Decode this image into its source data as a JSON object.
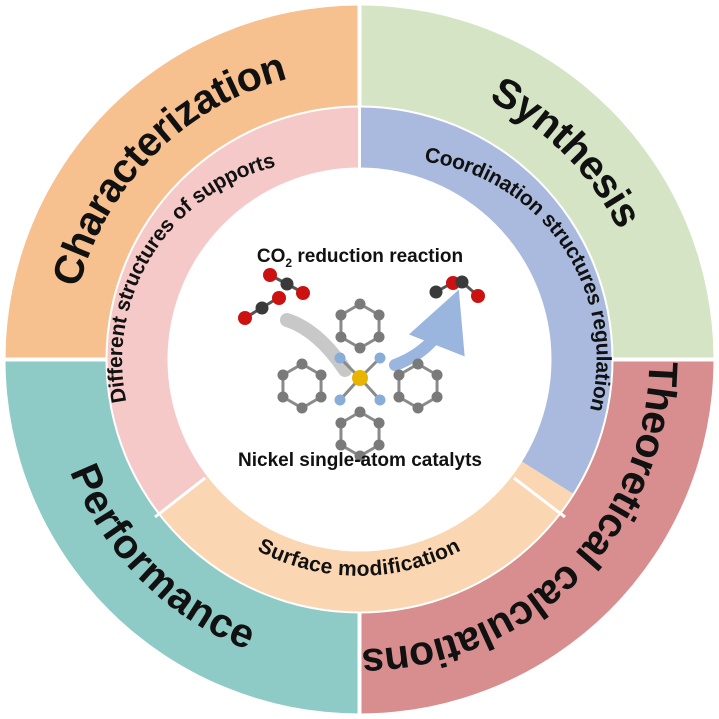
{
  "outer_ring": [
    {
      "label": "Characterization",
      "color": "#f7c08f"
    },
    {
      "label": "Synthesis",
      "color": "#d4e4c4"
    },
    {
      "label": "Theoretical calculations",
      "color": "#d88e8e"
    },
    {
      "label": "Performance",
      "color": "#8ecbc6"
    }
  ],
  "inner_ring": [
    {
      "label": "Different structures of supports",
      "color": "#f6c9c9"
    },
    {
      "label": "Coordination structures regulation",
      "color": "#a9bade"
    },
    {
      "label": "Surface modification",
      "color": "#fbd6b2"
    }
  ],
  "center": {
    "title_prefix": "CO",
    "title_sub": "2",
    "title_suffix": " reduction reaction",
    "caption": "Nickel single-atom catalyts"
  },
  "icons": {
    "molecule": "ni-single-atom-molecule-icon",
    "reactant": "co2-molecule-icon",
    "product": "co-molecule-icon"
  },
  "colors": {
    "oxygen": "#cc1111",
    "carbon": "#3a3a3a",
    "nickel": "#e8b400",
    "nitrogen": "#88aed8",
    "ring_carbon": "#7a7a7a"
  }
}
